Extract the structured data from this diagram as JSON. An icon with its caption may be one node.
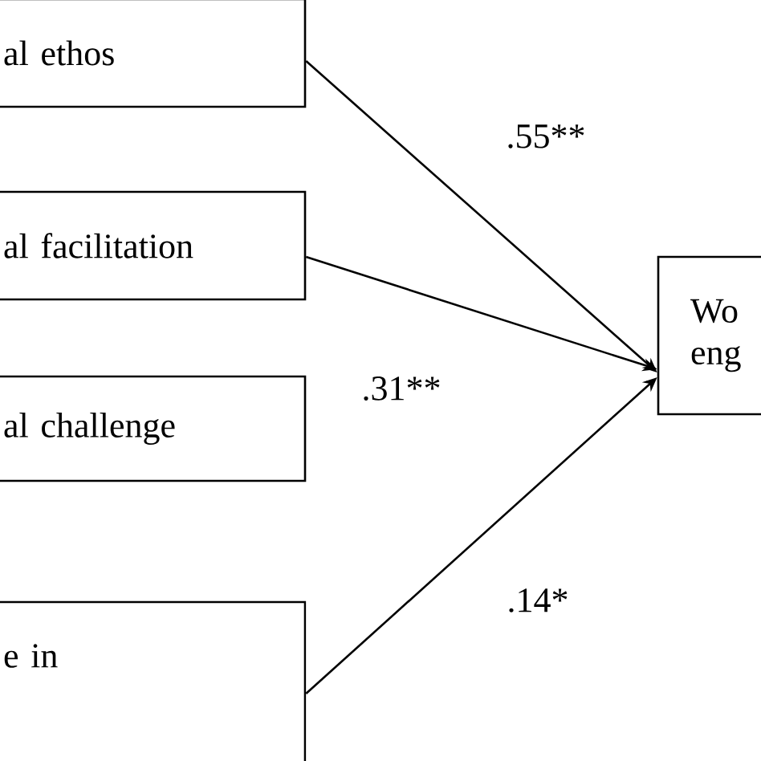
{
  "diagram": {
    "nodes": [
      {
        "text": [
          "al ethos"
        ]
      },
      {
        "text": [
          "al facilitation"
        ]
      },
      {
        "text": [
          "al challenge"
        ]
      },
      {
        "text": [
          "e in"
        ]
      },
      {
        "text": [
          "Wo eng"
        ]
      }
    ],
    "edges": [
      {
        "from": 0,
        "to": 4,
        "arrow": "to",
        "label": ".55**"
      },
      {
        "from": 1,
        "to": 4,
        "arrow": "to",
        "label": ".31**"
      },
      {
        "from": 3,
        "to": 4,
        "arrow": "to",
        "label": ".14*"
      }
    ]
  }
}
